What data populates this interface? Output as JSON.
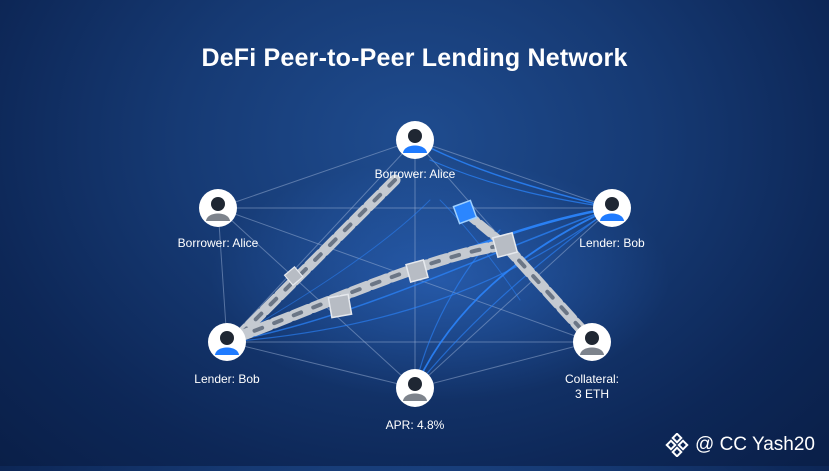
{
  "title": "DeFi Peer-to-Peer Lending Network",
  "nodes": [
    {
      "id": "top",
      "label": "Borrower: Alice",
      "icon": "user-icon",
      "accent": "blue"
    },
    {
      "id": "left",
      "label": "Borrower: Alice",
      "icon": "user-icon",
      "accent": "gray"
    },
    {
      "id": "right",
      "label": "Lender: Bob",
      "icon": "user-icon",
      "accent": "blue"
    },
    {
      "id": "bottom_left",
      "label": "Lender: Bob",
      "icon": "user-icon",
      "accent": "blue"
    },
    {
      "id": "bottom",
      "label": "APR: 4.8%",
      "icon": "user-icon",
      "accent": "gray"
    },
    {
      "id": "bottom_right",
      "label_line1": "Collateral:",
      "label_line2": "3 ETH",
      "icon": "user-icon",
      "accent": "gray"
    }
  ],
  "watermark": {
    "text": "@ CC Yash20",
    "icon": "binance-logo-icon"
  },
  "colors": {
    "background": "#123468",
    "accent_blue": "#1f7bff",
    "chain_silver": "#b9bec6",
    "connection_line": "#9fb6da"
  }
}
